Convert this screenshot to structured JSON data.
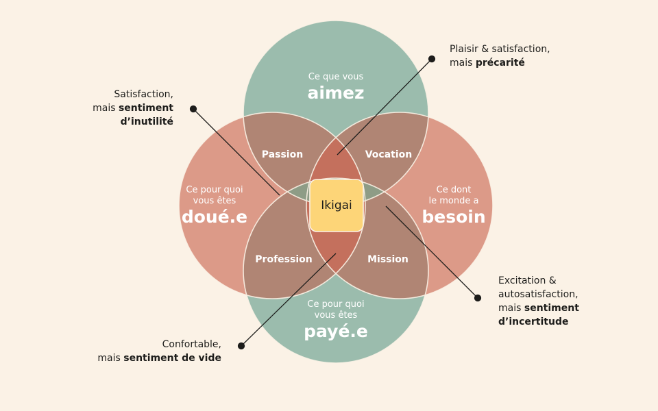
{
  "circles": {
    "love": {
      "small": "Ce que vous",
      "big": "aimez",
      "color": "#9bbcad"
    },
    "good_at": {
      "small": "Ce pour quoi vous êtes",
      "small_line1": "Ce pour quoi",
      "small_line2": "vous êtes",
      "big": "doué.e",
      "color": "#dc9a88"
    },
    "world_needs": {
      "small_line1": "Ce dont",
      "small_line2": "le monde a",
      "big": "besoin",
      "color": "#dc9a88"
    },
    "paid_for": {
      "small_line1": "Ce pour quoi",
      "small_line2": "vous êtes",
      "big": "payé.e",
      "color": "#9bbcad"
    }
  },
  "zones": {
    "passion": "Passion",
    "vocation": "Vocation",
    "profession": "Profession",
    "mission": "Mission",
    "center": "Ikigai",
    "center_color": "#fdd578"
  },
  "annotations": {
    "top_right": {
      "line1": "Plaisir & satisfaction,",
      "line2_plain": "mais ",
      "line2_bold": "précarité"
    },
    "top_left": {
      "line1": "Satisfaction,",
      "line2_plain": "mais ",
      "line2_bold": "sentiment",
      "line3_bold": "d’inutilité"
    },
    "bottom_right": {
      "line1": "Excitation &",
      "line2": "autosatisfaction,",
      "line3_plain": "mais ",
      "line3_bold": "sentiment",
      "line4_bold": "d’incertitude"
    },
    "bottom_left": {
      "line1": "Confortable,",
      "line2_plain": "mais ",
      "line2_bold": "sentiment de vide"
    }
  }
}
